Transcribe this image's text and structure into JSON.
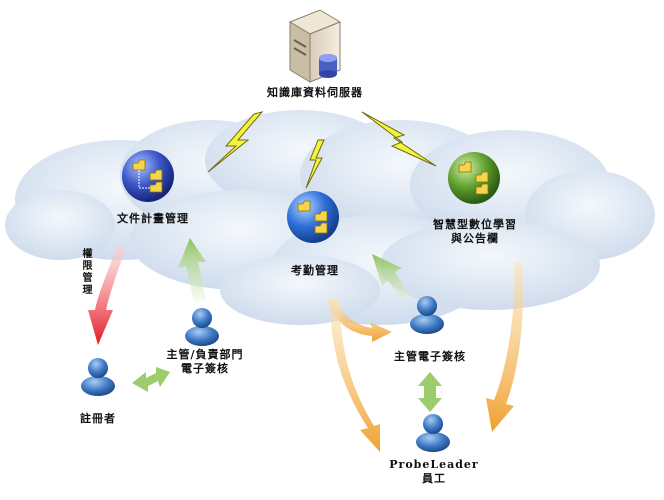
{
  "server": {
    "label": "知識庫資料伺服器",
    "icon": "server-icon"
  },
  "nodes": {
    "doc_mgmt": {
      "label": "文件計畫管理",
      "icon": "folder-globe-icon",
      "color": "#3b4fc0"
    },
    "attendance": {
      "label": "考勤管理",
      "icon": "folder-globe-icon",
      "color": "#2f6ad6"
    },
    "smart_learning": {
      "line1": "智慧型數位學習",
      "line2": "與公告欄",
      "icon": "folder-globe-icon",
      "color": "#5aa02c"
    }
  },
  "people": {
    "supervisor_dept": {
      "line1": "主管/負責部門",
      "line2": "電子簽核",
      "icon": "person-icon"
    },
    "registrant": {
      "label": "註冊者",
      "icon": "person-icon"
    },
    "supervisor_sign": {
      "label": "主管電子簽核",
      "icon": "person-icon"
    },
    "employee": {
      "line1": "ProbeLeader",
      "line2": "員工",
      "icon": "person-icon"
    }
  },
  "arrows": {
    "permission_label": "權限管理"
  },
  "colors": {
    "cloud": "#dde7f3",
    "lightning": "#f2f23a",
    "red_arrow": "#e8222a",
    "green_arrow": "#8cc25c",
    "orange_arrow": "#f2a838",
    "person": "#3d78c4"
  }
}
